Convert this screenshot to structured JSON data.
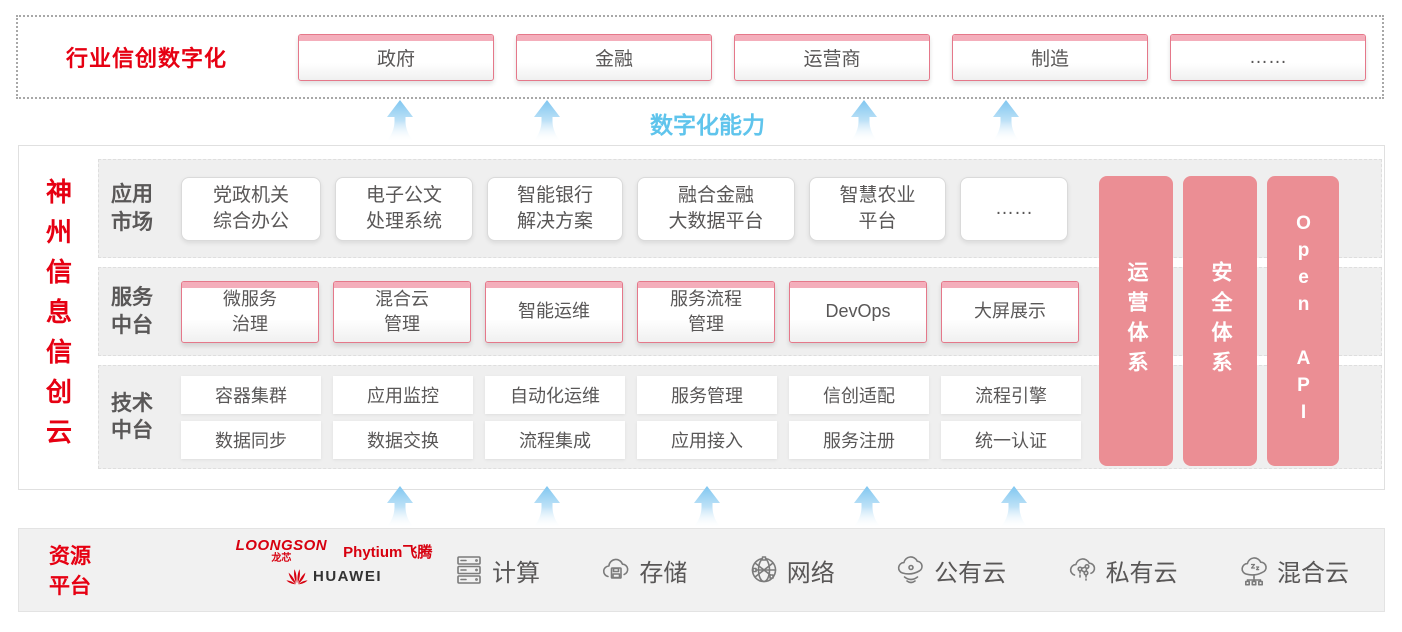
{
  "colors": {
    "brand_red": "#e60012",
    "pillar_pink": "#eb8e94",
    "capability_blue": "#5fc4ec",
    "text_gray": "#595757"
  },
  "top_band": {
    "label": "行业信创数字化",
    "industries": [
      "政府",
      "金融",
      "运营商",
      "制造",
      "……"
    ]
  },
  "capability_label": "数字化能力",
  "platform": {
    "vertical_title": "神州信息信创云",
    "app_row": {
      "label": "应用\n市场",
      "items": [
        "党政机关\n综合办公",
        "电子公文\n处理系统",
        "智能银行\n解决方案",
        "融合金融\n大数据平台",
        "智慧农业\n平台",
        "……"
      ]
    },
    "service_row": {
      "label": "服务\n中台",
      "items": [
        "微服务\n治理",
        "混合云\n管理",
        "智能运维",
        "服务流程\n管理",
        "DevOps",
        "大屏展示"
      ]
    },
    "tech_row": {
      "label": "技术\n中台",
      "items_top": [
        "容器集群",
        "应用监控",
        "自动化运维",
        "服务管理",
        "信创适配",
        "流程引擎"
      ],
      "items_bottom": [
        "数据同步",
        "数据交换",
        "流程集成",
        "应用接入",
        "服务注册",
        "统一认证"
      ]
    },
    "pillars": [
      "运营体系",
      "安全体系",
      "Open API"
    ]
  },
  "resources": {
    "label": "资源\n平台",
    "vendors": {
      "loongson": "LOONGSON",
      "loongson_cn": "龙芯",
      "phytium": "Phytium飞腾",
      "huawei": "HUAWEI"
    },
    "items": [
      {
        "icon": "compute-icon",
        "label": "计算"
      },
      {
        "icon": "storage-icon",
        "label": "存储"
      },
      {
        "icon": "network-icon",
        "label": "网络"
      },
      {
        "icon": "public-cloud-icon",
        "label": "公有云"
      },
      {
        "icon": "private-cloud-icon",
        "label": "私有云"
      },
      {
        "icon": "hybrid-cloud-icon",
        "label": "混合云"
      }
    ]
  }
}
